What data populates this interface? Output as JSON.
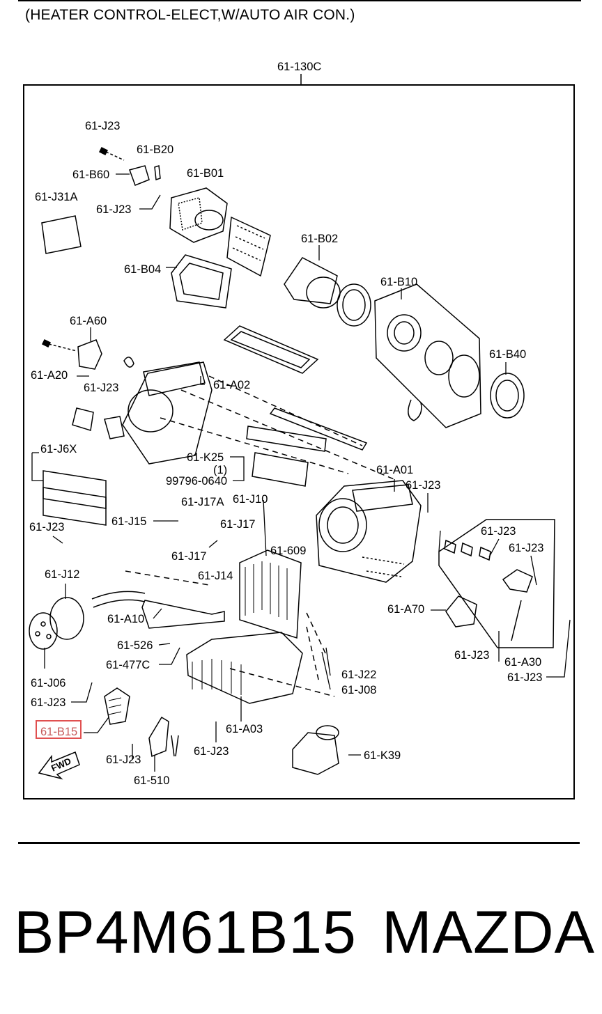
{
  "header": {
    "title": "(HEATER CONTROL-ELECT,W/AUTO AIR CON.)"
  },
  "diagram": {
    "assembly_label": "61-130C",
    "highlighted_part": "61-B15",
    "highlight_color": "#e05050",
    "labels": {
      "j23_top": "61-J23",
      "b20": "61-B20",
      "b60": "61-B60",
      "b01": "61-B01",
      "j31a": "61-J31A",
      "j23_b01": "61-J23",
      "b04": "61-B04",
      "b02": "61-B02",
      "b10": "61-B10",
      "a60": "61-A60",
      "b40": "61-B40",
      "a20": "61-A20",
      "j23_a20": "61-J23",
      "a02": "61-A02",
      "j6x": "61-J6X",
      "k25": "61-K25",
      "k25_qty": "(1)",
      "screw_code": "99796-0640",
      "a01": "61-A01",
      "j23_a01": "61-J23",
      "j17a": "61-J17A",
      "j10": "61-J10",
      "j15": "61-J15",
      "j23_left": "61-J23",
      "j17": "61-J17",
      "j17_lower": "61-J17",
      "j23_r1": "61-J23",
      "j23_r2": "61-J23",
      "c609": "61-609",
      "j14": "61-J14",
      "j12": "61-J12",
      "a70": "61-A70",
      "a10": "61-A10",
      "c526": "61-526",
      "j23_a70": "61-J23",
      "a30": "61-A30",
      "c477c": "61-477C",
      "j22": "61-J22",
      "j23_a30": "61-J23",
      "j06": "61-J06",
      "j08": "61-J08",
      "j23_b15": "61-J23",
      "b15": "61-B15",
      "a03": "61-A03",
      "j23_a03": "61-J23",
      "k39": "61-K39",
      "j23_510": "61-J23",
      "c510": "61-510",
      "fwd": "FWD"
    }
  },
  "footer": {
    "part_number": "BP4M61B15",
    "brand": "MAZDA"
  }
}
